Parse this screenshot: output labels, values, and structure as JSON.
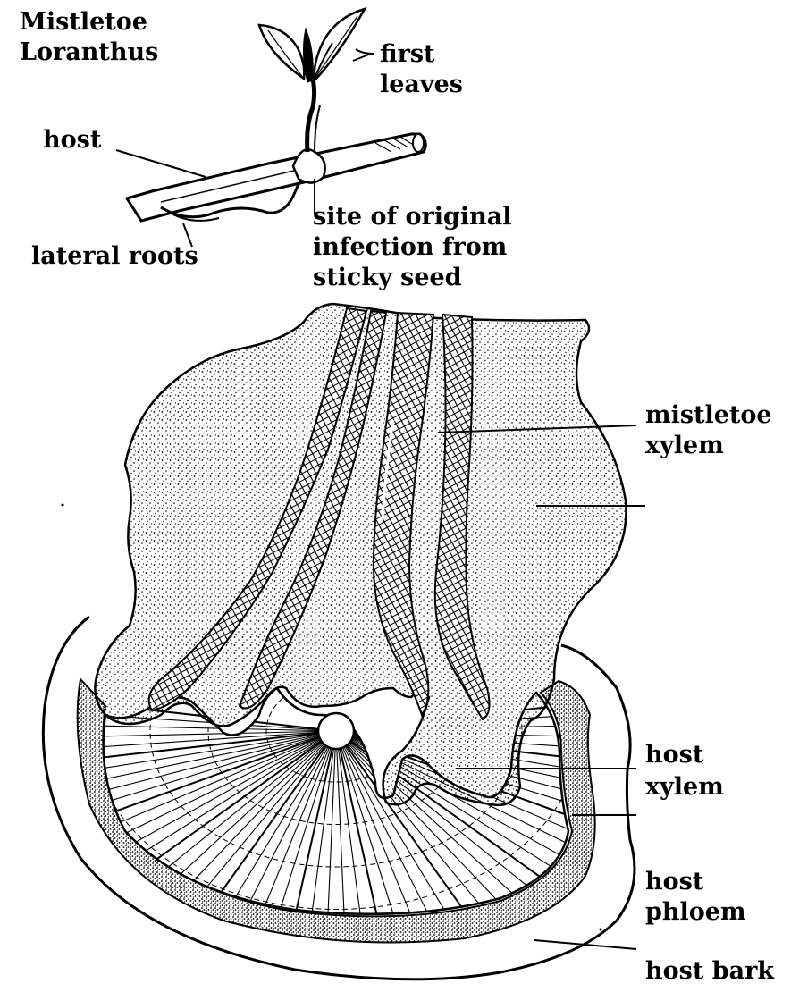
{
  "title_lines": [
    "Mistletoe",
    "Loranthus"
  ],
  "labels": {
    "first_leaves": [
      "first",
      "leaves"
    ],
    "host": "host",
    "lateral_roots": "lateral roots",
    "site_of_infection": [
      "site of original",
      "infection from",
      "sticky seed"
    ],
    "mistletoe_xylem": [
      "mistletoe",
      "xylem"
    ],
    "host_xylem": [
      "host",
      "xylem"
    ],
    "host_phloem": [
      "host",
      "phloem"
    ],
    "host_bark": "host bark"
  },
  "colors": {
    "ink": "#000000",
    "paper": "#ffffff"
  }
}
